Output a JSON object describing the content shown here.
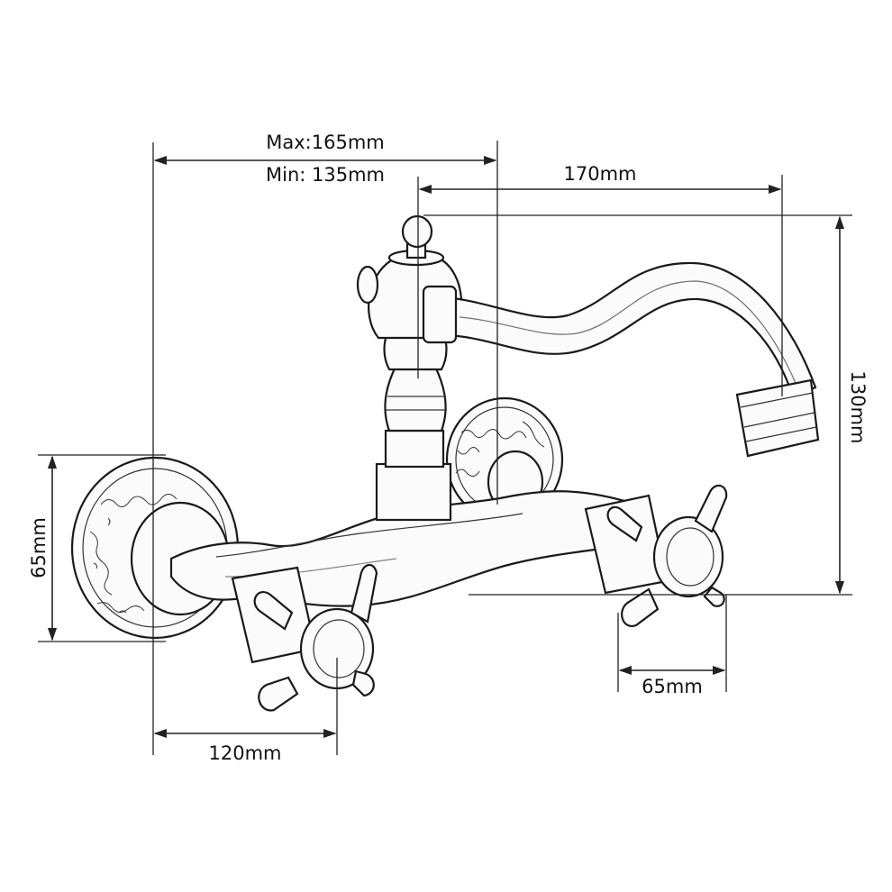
{
  "dimensions": {
    "max_width": "Max:165mm",
    "min_width": "Min: 135mm",
    "spout_reach": "170mm",
    "height": "130mm",
    "flange_height": "65mm",
    "handle_width": "65mm",
    "handle_offset": "120mm"
  },
  "colors": {
    "line": "#1a1a1a",
    "background": "#ffffff"
  }
}
